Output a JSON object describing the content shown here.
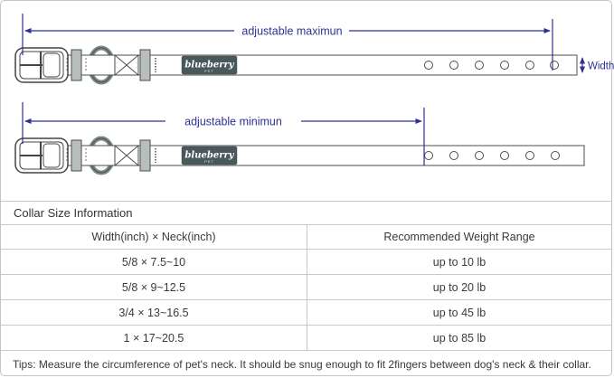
{
  "accent_color": "#2e3192",
  "diagram": {
    "max_label": "adjustable maximun",
    "min_label": "adjustable minimun",
    "width_label": "Width",
    "brand": {
      "name": "blueberry",
      "sub": "PET"
    },
    "holes_count": 6
  },
  "table": {
    "title": "Collar Size Information",
    "columns": [
      "Width(inch) × Neck(inch)",
      "Recommended Weight Range"
    ],
    "rows": [
      {
        "size": "5/8 × 7.5~10",
        "weight": "up to 10 lb"
      },
      {
        "size": "5/8 × 9~12.5",
        "weight": "up to 20 lb"
      },
      {
        "size": "3/4 × 13~16.5",
        "weight": "up to 45 lb"
      },
      {
        "size": "1 × 17~20.5",
        "weight": "up to 85 lb"
      }
    ],
    "tips": "Tips: Measure the circumference of pet's neck. It should be snug enough to fit 2fingers between dog's neck & their collar."
  }
}
